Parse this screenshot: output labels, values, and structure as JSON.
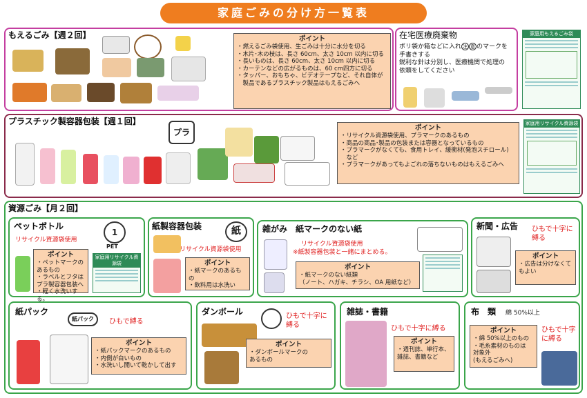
{
  "title": "家庭ごみの分け方一覧表",
  "moeru": {
    "heading": "もえるごみ【週２回】",
    "point_title": "ポイント",
    "points": [
      "・燃えるごみ袋使用、生ごみは十分に水分を切る",
      "・木片･木の枝は、長さ 60cm、太さ 10cm 以内に切る",
      "・長いものは、長さ 60cm、太さ 10cm 以内に切る",
      "・カーテンなどの広がるものは、60 cm四方に切る",
      "・タッパー、おもちゃ、ビデオテープなど、それ自体が",
      "　製品であるプラスチック製品はもえるごみへ"
    ]
  },
  "iryo": {
    "heading": "在宅医療廃棄物",
    "text": [
      "ボリ袋か箱などに入れ",
      "のマークを",
      "手書きする",
      "鋭利な針は分別し、医療機関で処理の",
      "依頼をしてください"
    ],
    "mark_chars": [
      "注",
      "意"
    ]
  },
  "bag_moeru": {
    "title": "家庭用もえるごみ袋"
  },
  "pla": {
    "heading": "プラスチック製容器包装【週１回】",
    "mark_text": "プラ",
    "point_title": "ポイント",
    "points": [
      "・リサイクル資源袋使用、プラマークのあるもの",
      "・商品の商品･製品の包装または容器となっているもの",
      "・プラマークがなくても、食用トレイ、緩衝材(発泡スチロール)",
      "　など",
      "・プラマークがあってもよごれの落ちないものはもえるごみへ"
    ]
  },
  "bag_recycle": {
    "title": "家庭用リサイクル資源袋"
  },
  "shigen": {
    "heading": "資源ごみ【月２回】",
    "pet": {
      "heading": "ペットボトル",
      "mark_number": "1",
      "mark_label": "PET",
      "note": "リサイクル資源袋使用",
      "point_title": "ポイント",
      "points": [
        "・ペットマークのあるもの",
        "・ラベルとフタはプラ製容器包装へ",
        "・軽く水洗いする。"
      ],
      "bag_title": "家庭用リサイクル資源袋"
    },
    "kamiyoki": {
      "heading": "紙製容器包装",
      "mark_text": "紙",
      "note": "リサイクル資源袋使用",
      "point_title": "ポイント",
      "points": [
        "・紙マークのあるもの",
        "・飲料用は水洗い"
      ]
    },
    "zatsugami": {
      "heading": "雑がみ　紙マークのない紙",
      "note1": "リサイクル資源袋使用",
      "note2": "※紙製容器包装と一緒にまとめる。",
      "point_title": "ポイント",
      "points": [
        "・紙マークのない紙類",
        "（ノート、ハガキ、チラシ、OA 用紙など）"
      ]
    },
    "shinbun": {
      "heading": "新聞・広告",
      "note": "ひもで十字に縛る",
      "point_title": "ポイント",
      "points": [
        "・広告は分けなくてもよい"
      ]
    },
    "kamipack": {
      "heading": "紙パック",
      "mark_text": "紙パック",
      "note": "ひもで縛る",
      "point_title": "ポイント",
      "points": [
        "・紙パックマークのあるもの",
        "・内側が白いもの",
        "・水洗いし開いて乾かして出す"
      ]
    },
    "danboru": {
      "heading": "ダンボール",
      "note": "ひもで十字に縛る",
      "point_title": "ポイント",
      "points": [
        "・ダンボールマークの",
        "あるもの"
      ]
    },
    "zasshi": {
      "heading": "雑誌・書籍",
      "note": "ひもで十字に縛る",
      "point_title": "ポイント",
      "points": [
        "・週刊誌、単行本、",
        "雑誌、書籍など"
      ]
    },
    "nuno": {
      "heading": "布　類",
      "subheading": "綿 50%以上",
      "note": "ひもで十字に縛る",
      "point_title": "ポイント",
      "points": [
        "・綿 50%以上のもの",
        "・毛糸素材のものは",
        "対象外",
        "(もえるごみへ)"
      ]
    }
  }
}
